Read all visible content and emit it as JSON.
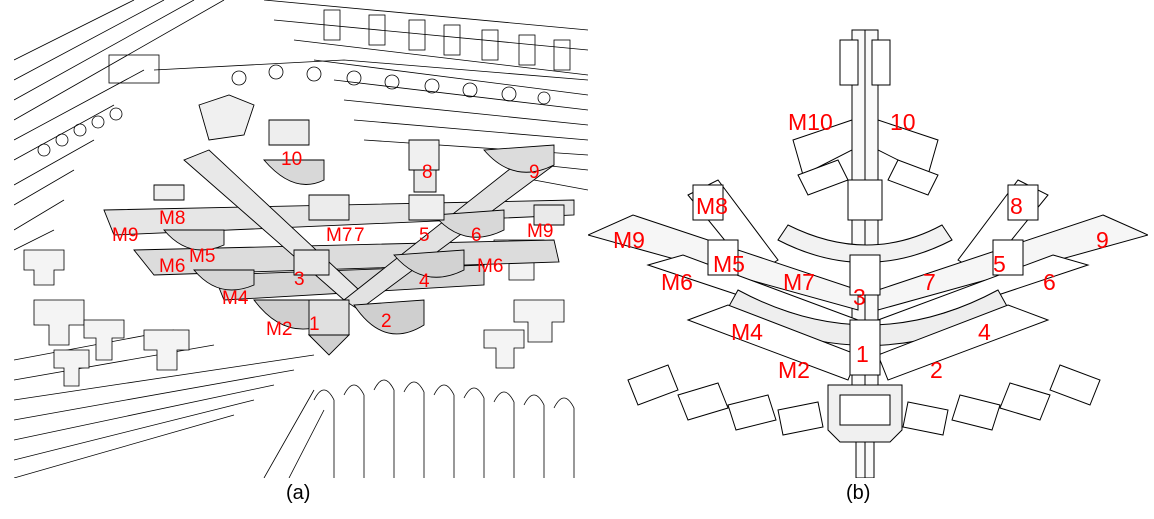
{
  "figure": {
    "panel_a": {
      "caption": "(a)",
      "labels": {
        "n10": "10",
        "n8": "8",
        "n9": "9",
        "m8": "M8",
        "m9_left": "M9",
        "m5": "M5",
        "m7": "M7",
        "n7": "7",
        "n5": "5",
        "n6": "6",
        "m9_right": "M9",
        "m6_left": "M6",
        "n3": "3",
        "n4": "4",
        "m6_right": "M6",
        "m4": "M4",
        "m2": "M2",
        "n1": "1",
        "n2": "2"
      }
    },
    "panel_b": {
      "caption": "(b)",
      "labels": {
        "m10": "M10",
        "n10": "10",
        "m8": "M8",
        "n8": "8",
        "m9": "M9",
        "n9": "9",
        "m5": "M5",
        "n5": "5",
        "m6": "M6",
        "n6": "6",
        "m7": "M7",
        "n7": "7",
        "n3": "3",
        "m4": "M4",
        "n4": "4",
        "n1": "1",
        "m2": "M2",
        "n2": "2"
      }
    },
    "colors": {
      "label": "#ff0000",
      "line": "#000000",
      "shade": "#d4d4d4"
    }
  }
}
